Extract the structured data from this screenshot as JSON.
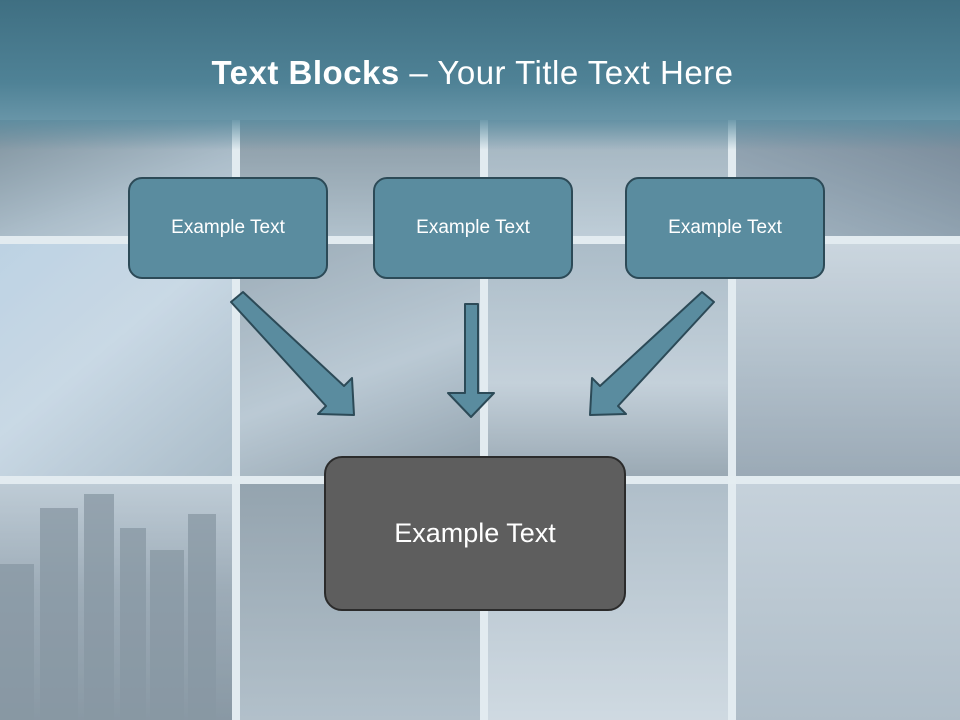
{
  "title": {
    "bold": "Text Blocks",
    "separator": " – ",
    "rest": "Your Title Text Here"
  },
  "boxes": [
    {
      "label": "Example Text"
    },
    {
      "label": "Example Text"
    },
    {
      "label": "Example Text"
    }
  ],
  "main_box": {
    "label": "Example Text"
  },
  "colors": {
    "title_band": "#4a7d91",
    "top_box_fill": "#5a8c9f",
    "top_box_border": "#2c4a57",
    "main_box_fill": "#5e5e5e",
    "arrow_fill": "#5a8c9f",
    "arrow_stroke": "#2c4a57"
  }
}
